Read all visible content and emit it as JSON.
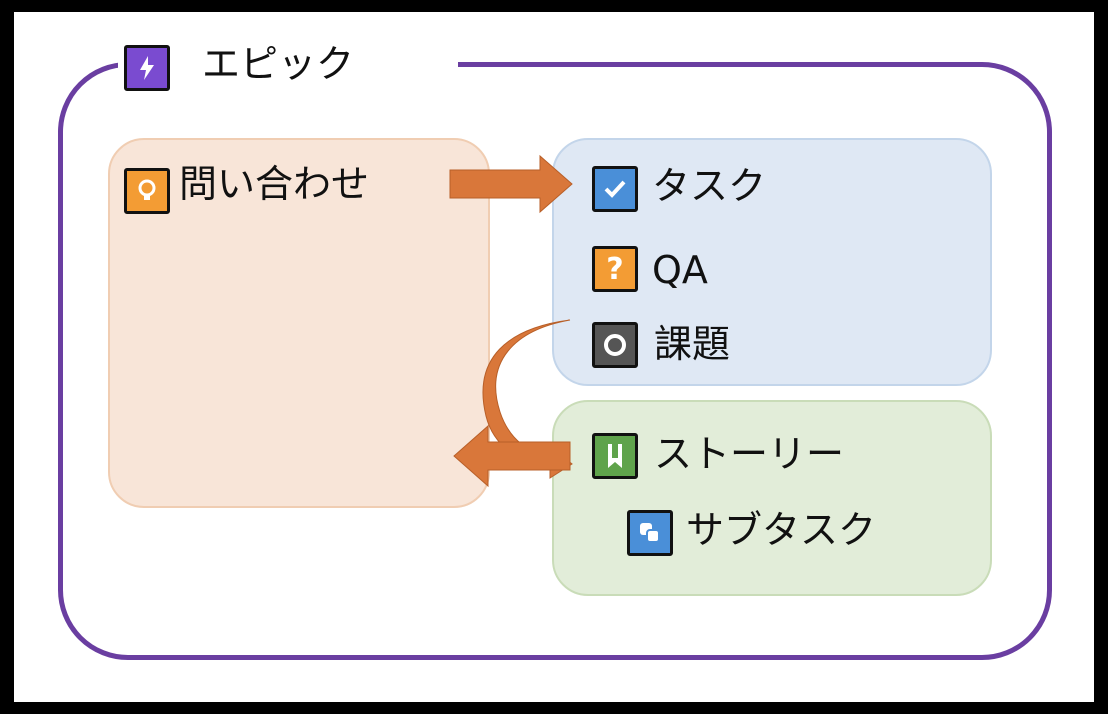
{
  "epic": {
    "label": "エピック",
    "color": "#6a3ea1",
    "icon": "lightning-icon"
  },
  "groups": {
    "inquiry": {
      "label": "問い合わせ",
      "icon": "lightbulb-icon",
      "color": "#f8e5d8"
    },
    "work": {
      "color": "#dfe8f4",
      "items": [
        {
          "label": "タスク",
          "icon": "checkmark-icon"
        },
        {
          "label": "QA",
          "icon": "question-mark-icon"
        },
        {
          "label": "課題",
          "icon": "circle-icon"
        }
      ]
    },
    "story": {
      "color": "#e2edd9",
      "items": [
        {
          "label": "ストーリー",
          "icon": "bookmark-icon"
        },
        {
          "label": "サブタスク",
          "icon": "subtask-icon"
        }
      ]
    }
  },
  "arrow_color": "#d9773a",
  "icon_glyphs": {
    "question": "?"
  }
}
